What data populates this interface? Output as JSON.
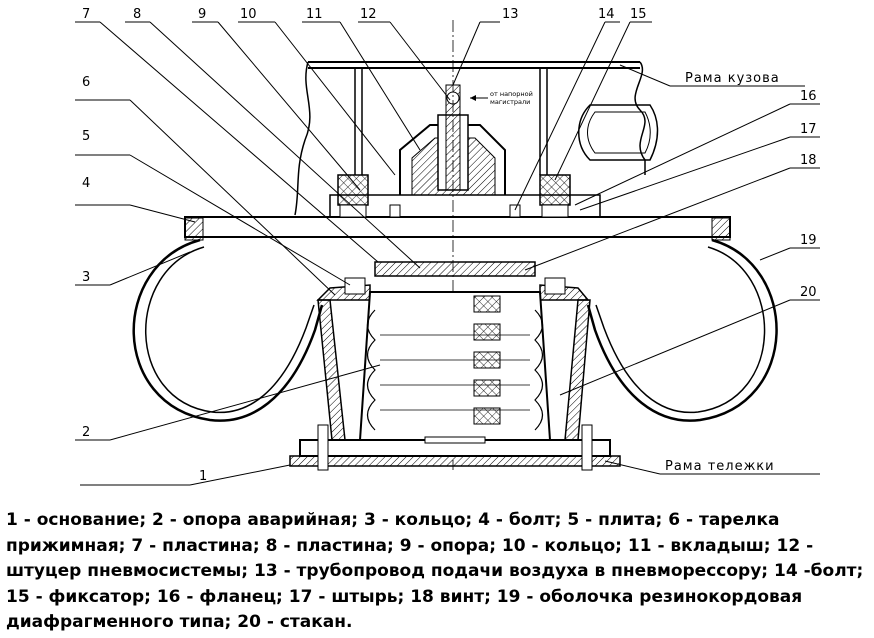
{
  "diagram": {
    "callouts": [
      {
        "n": "1"
      },
      {
        "n": "2"
      },
      {
        "n": "3"
      },
      {
        "n": "4"
      },
      {
        "n": "5"
      },
      {
        "n": "6"
      },
      {
        "n": "7"
      },
      {
        "n": "8"
      },
      {
        "n": "9"
      },
      {
        "n": "10"
      },
      {
        "n": "11"
      },
      {
        "n": "12"
      },
      {
        "n": "13"
      },
      {
        "n": "14"
      },
      {
        "n": "15"
      },
      {
        "n": "16"
      },
      {
        "n": "17"
      },
      {
        "n": "18"
      },
      {
        "n": "19"
      },
      {
        "n": "20"
      }
    ],
    "frame_body_label": "Рама кузова",
    "frame_bogie_label": "Рама тележки",
    "air_note_line1": "от напорной",
    "air_note_line2": "магистрали"
  },
  "legend": {
    "text": "1 - основание; 2 - опора аварийная; 3 - кольцо; 4 - болт; 5 - плита; 6 - тарелка прижимная; 7 - пластина; 8 - пластина; 9 - опора; 10 - кольцо; 11 - вкладыш; 12 - штуцер пневмосистемы; 13 - трубопровод подачи воздуха в пневморессору; 14 -болт; 15 - фиксатор; 16 - фланец; 17 - штырь; 18 винт; 19 - оболочка резинокордовая диафрагменного типа; 20 - стакан."
  }
}
